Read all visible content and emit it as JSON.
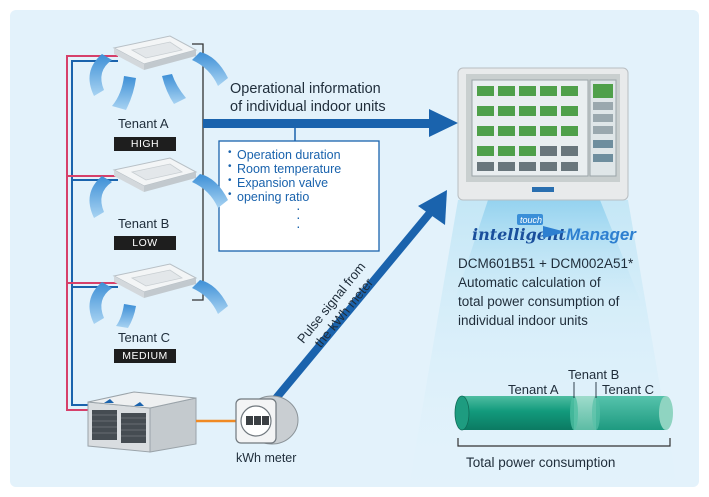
{
  "tenants": [
    {
      "name": "Tenant A",
      "level": "HIGH"
    },
    {
      "name": "Tenant B",
      "level": "LOW"
    },
    {
      "name": "Tenant C",
      "level": "MEDIUM"
    }
  ],
  "info": {
    "heading": [
      "Operational information",
      "of individual indoor units"
    ],
    "bullets": [
      "Operation duration",
      "Room temperature",
      "Expansion valve",
      "opening ratio"
    ]
  },
  "pulse": {
    "lines": [
      "Pulse signal from",
      "the kWh meter"
    ]
  },
  "meter": {
    "label": "kWh meter"
  },
  "logo": {
    "text": "intelligent touch Manager"
  },
  "dcm": {
    "lines": [
      "DCM601B51 + DCM002A51*",
      "Automatic calculation of",
      "total power consumption of",
      "individual indoor units"
    ]
  },
  "consumption": {
    "segments": [
      "Tenant A",
      "Tenant B",
      "Tenant C"
    ],
    "total_label": "Total power consumption"
  },
  "colors": {
    "background": "#e3f2fb",
    "arrow_blue": "#1a63ad",
    "pipe_red": "#d6406a",
    "power_line": "#f08a24",
    "bar_green": "#129a7c"
  }
}
